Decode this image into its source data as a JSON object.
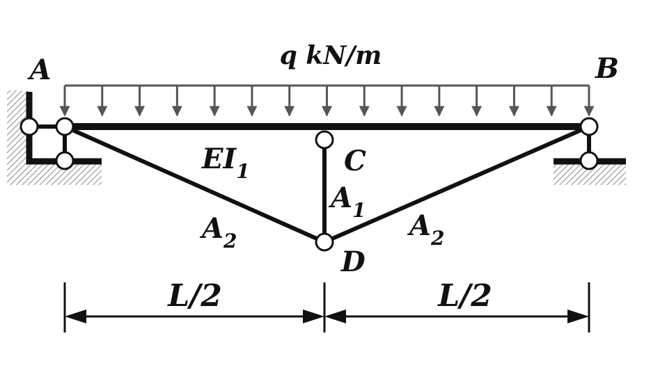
{
  "labels": {
    "load": "q kN/m",
    "point_a": "A",
    "point_b": "B",
    "point_c": "C",
    "point_d": "D",
    "beam_main": "EI",
    "beam_sub": "1",
    "strut_main": "A",
    "strut_sub": "1",
    "tie_left_main": "A",
    "tie_left_sub": "2",
    "tie_right_main": "A",
    "tie_right_sub": "2",
    "dim_left": "L/2",
    "dim_right": "L/2"
  },
  "colors": {
    "member": "#111111",
    "load_arrow": "#555555",
    "hatch": "#888888",
    "background": "#ffffff"
  }
}
